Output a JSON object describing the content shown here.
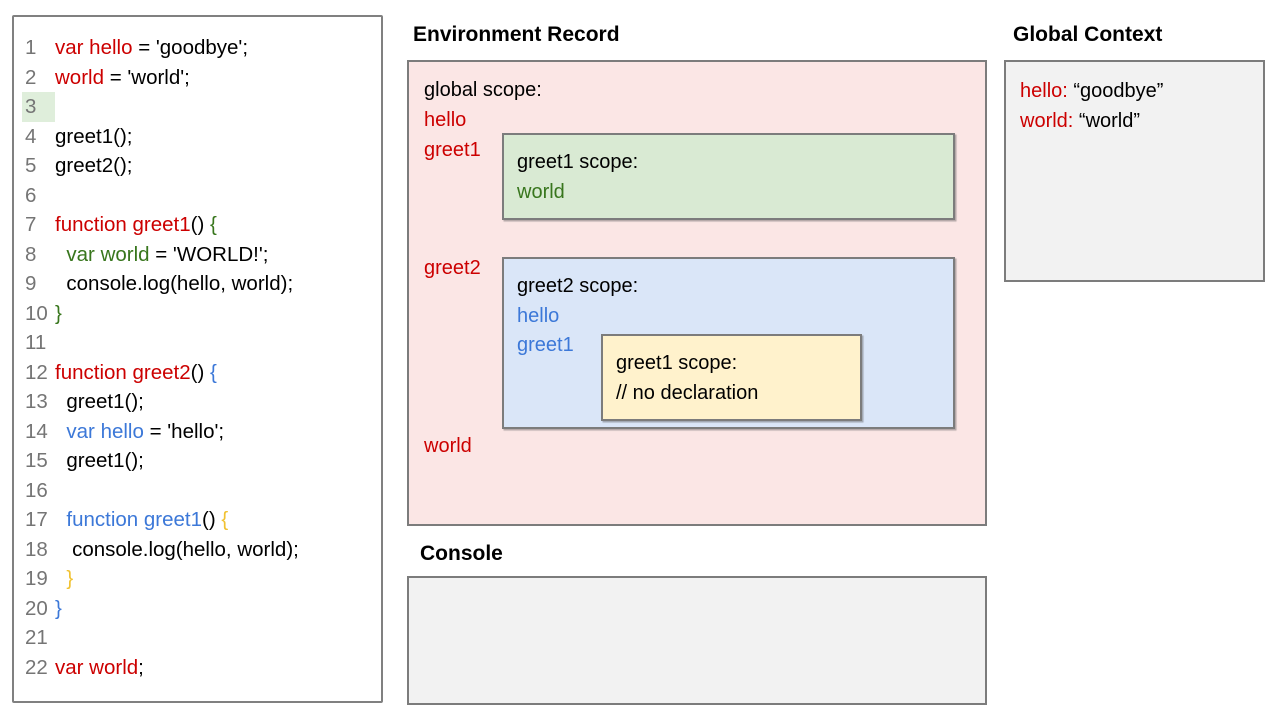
{
  "colors": {
    "red_text": "#cc0000",
    "green_text": "#38761d",
    "blue_text": "#3c78d8",
    "gold_text": "#f1c232",
    "line_number": "#757575",
    "line3_highlight": "#dfeedb",
    "global_scope_bg": "#fbe6e5",
    "greet1_scope_bg": "#d9ead3",
    "greet2_scope_bg": "#dae6f8",
    "greet1_nested_bg": "#fff2cc",
    "panel_bg": "#f2f2f2"
  },
  "code_panel": {
    "lines": [
      {
        "num": "1",
        "hl": false,
        "segments": [
          {
            "text": "var hello",
            "color": "red"
          },
          {
            "text": " = 'goodbye';",
            "color": "black"
          }
        ]
      },
      {
        "num": "2",
        "hl": false,
        "segments": [
          {
            "text": "world",
            "color": "red"
          },
          {
            "text": " = 'world';",
            "color": "black"
          }
        ]
      },
      {
        "num": "3",
        "hl": true,
        "segments": []
      },
      {
        "num": "4",
        "hl": false,
        "segments": [
          {
            "text": "greet1();",
            "color": "black"
          }
        ]
      },
      {
        "num": "5",
        "hl": false,
        "segments": [
          {
            "text": "greet2();",
            "color": "black"
          }
        ]
      },
      {
        "num": "6",
        "hl": false,
        "segments": []
      },
      {
        "num": "7",
        "hl": false,
        "segments": [
          {
            "text": "function greet1",
            "color": "red"
          },
          {
            "text": "() ",
            "color": "black"
          },
          {
            "text": "{",
            "color": "green"
          }
        ]
      },
      {
        "num": "8",
        "hl": false,
        "segments": [
          {
            "text": "  var world",
            "color": "green"
          },
          {
            "text": " = 'WORLD!';",
            "color": "black"
          }
        ]
      },
      {
        "num": "9",
        "hl": false,
        "segments": [
          {
            "text": "  console.log(hello, world);",
            "color": "black"
          }
        ]
      },
      {
        "num": "10",
        "hl": false,
        "segments": [
          {
            "text": "}",
            "color": "green"
          }
        ]
      },
      {
        "num": "11",
        "hl": false,
        "segments": []
      },
      {
        "num": "12",
        "hl": false,
        "segments": [
          {
            "text": "function greet2",
            "color": "red"
          },
          {
            "text": "() ",
            "color": "black"
          },
          {
            "text": "{",
            "color": "blue"
          }
        ]
      },
      {
        "num": "13",
        "hl": false,
        "segments": [
          {
            "text": "  greet1();",
            "color": "black"
          }
        ]
      },
      {
        "num": "14",
        "hl": false,
        "segments": [
          {
            "text": "  var hello",
            "color": "blue"
          },
          {
            "text": " = 'hello';",
            "color": "black"
          }
        ]
      },
      {
        "num": "15",
        "hl": false,
        "segments": [
          {
            "text": "  greet1();",
            "color": "black"
          }
        ]
      },
      {
        "num": "16",
        "hl": false,
        "segments": []
      },
      {
        "num": "17",
        "hl": false,
        "segments": [
          {
            "text": "  function greet1",
            "color": "blue"
          },
          {
            "text": "() ",
            "color": "black"
          },
          {
            "text": "{",
            "color": "gold"
          }
        ]
      },
      {
        "num": "18",
        "hl": false,
        "segments": [
          {
            "text": "   console.log(hello, world);",
            "color": "black"
          }
        ]
      },
      {
        "num": "19",
        "hl": false,
        "segments": [
          {
            "text": "  }",
            "color": "gold"
          }
        ]
      },
      {
        "num": "20",
        "hl": false,
        "segments": [
          {
            "text": "}",
            "color": "blue"
          }
        ]
      },
      {
        "num": "21",
        "hl": false,
        "segments": []
      },
      {
        "num": "22",
        "hl": false,
        "segments": [
          {
            "text": "var world",
            "color": "red"
          },
          {
            "text": ";",
            "color": "black"
          }
        ]
      }
    ]
  },
  "environment_record": {
    "heading": "Environment Record",
    "global_scope": {
      "title": "global scope:",
      "vars": [
        {
          "text": "hello",
          "color": "red"
        },
        {
          "text": "greet1",
          "color": "red"
        },
        {
          "text": "greet2",
          "color": "red"
        },
        {
          "text": "world",
          "color": "red"
        }
      ]
    },
    "greet1_scope": {
      "title": "greet1 scope:",
      "vars": [
        {
          "text": "world",
          "color": "green"
        }
      ]
    },
    "greet2_scope": {
      "title": "greet2 scope:",
      "vars": [
        {
          "text": "hello",
          "color": "blue"
        },
        {
          "text": "greet1",
          "color": "blue"
        }
      ]
    },
    "greet1_nested_scope": {
      "title": "greet1 scope:",
      "comment": "// no declaration"
    }
  },
  "global_context": {
    "heading": "Global Context",
    "entries": [
      {
        "name": "hello:",
        "value": " “goodbye”"
      },
      {
        "name": "world:",
        "value": " “world”"
      }
    ]
  },
  "console": {
    "heading": "Console"
  }
}
